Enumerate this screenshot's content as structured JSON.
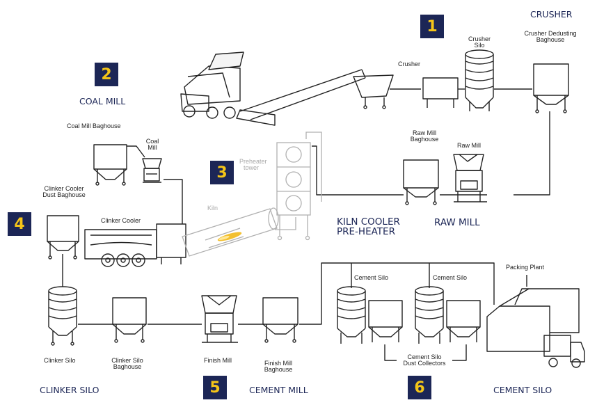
{
  "badges": {
    "b1": "1",
    "b2": "2",
    "b3": "3",
    "b4": "4",
    "b5": "5",
    "b6": "6"
  },
  "sections": {
    "crusher": "CRUSHER",
    "coal_mill": "COAL MILL",
    "kiln_cooler_line1": "KILN COOLER",
    "kiln_cooler_line2": "PRE-HEATER",
    "raw_mill": "RAW MILL",
    "clinker_silo": "CLINKER SILO",
    "cement_mill": "CEMENT MILL",
    "cement_silo": "CEMENT SILO"
  },
  "labels": {
    "crusher": "Crusher",
    "crusher_silo_1": "Crusher",
    "crusher_silo_2": "Silo",
    "crusher_baghouse_1": "Crusher Dedusting",
    "crusher_baghouse_2": "Baghouse",
    "coal_mill_baghouse": "Coal Mill Baghouse",
    "coal_mill_1": "Coal",
    "coal_mill_2": "Mill",
    "preheater_1": "Preheater",
    "preheater_2": "tower",
    "raw_mill_baghouse_1": "Raw Mill",
    "raw_mill_baghouse_2": "Baghouse",
    "raw_mill": "Raw Mill",
    "clinker_cooler_bh_1": "Clinker Cooler",
    "clinker_cooler_bh_2": "Dust Baghouse",
    "clinker_cooler": "Clinker Cooler",
    "kiln": "Kiln",
    "packing_plant": "Packing Plant",
    "cement_silo_a": "Cement Silo",
    "cement_silo_b": "Cement Silo",
    "clinker_silo": "Clinker Silo",
    "clinker_silo_bh_1": "Clinker Silo",
    "clinker_silo_bh_2": "Baghouse",
    "finish_mill": "Finish Mill",
    "finish_mill_bh_1": "Finish Mill",
    "finish_mill_bh_2": "Baghouse",
    "dust_collectors_1": "Cement Silo",
    "dust_collectors_2": "Dust Collectors"
  },
  "colors": {
    "badge_bg": "#1c2656",
    "badge_text": "#f5c518",
    "section_text": "#1c2656",
    "line": "#222222",
    "faded": "#b0b0b0"
  }
}
